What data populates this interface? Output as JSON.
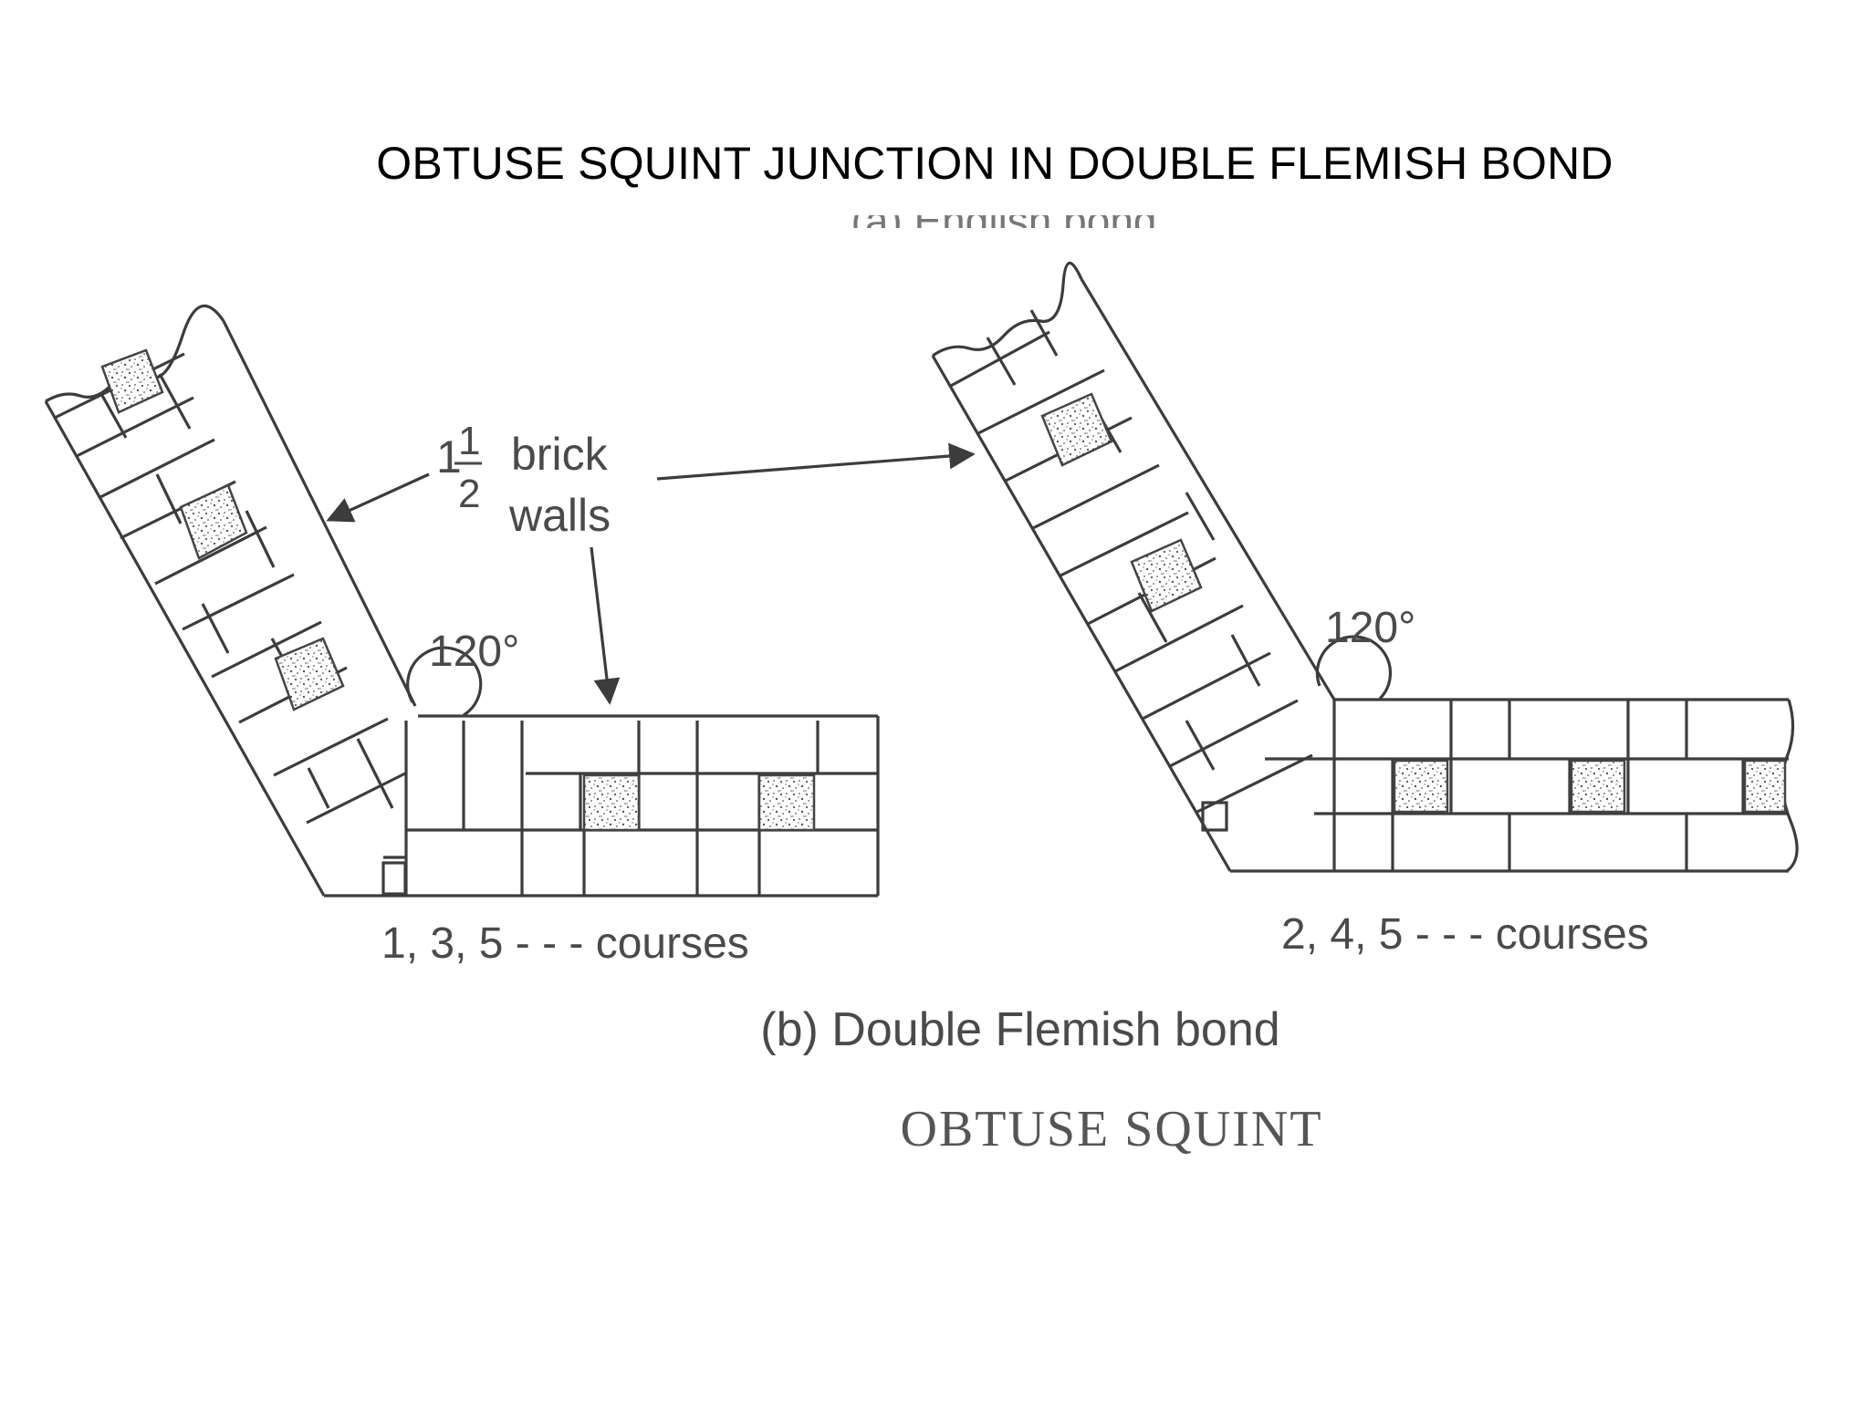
{
  "title": "OBTUSE SQUINT JUNCTION IN DOUBLE FLEMISH BOND",
  "overlapped_caption": "(a) English bond",
  "wall_label": {
    "whole": "1",
    "numerator": "1",
    "denominator": "2",
    "line1": "brick",
    "line2": "walls"
  },
  "angle_left": "120°",
  "angle_right": "120°",
  "course_left": "1, 3, 5 - - - courses",
  "course_right": "2, 4, 5 - - - courses",
  "caption": "(b) Double Flemish bond",
  "figure_title": "OBTUSE SQUINT"
}
